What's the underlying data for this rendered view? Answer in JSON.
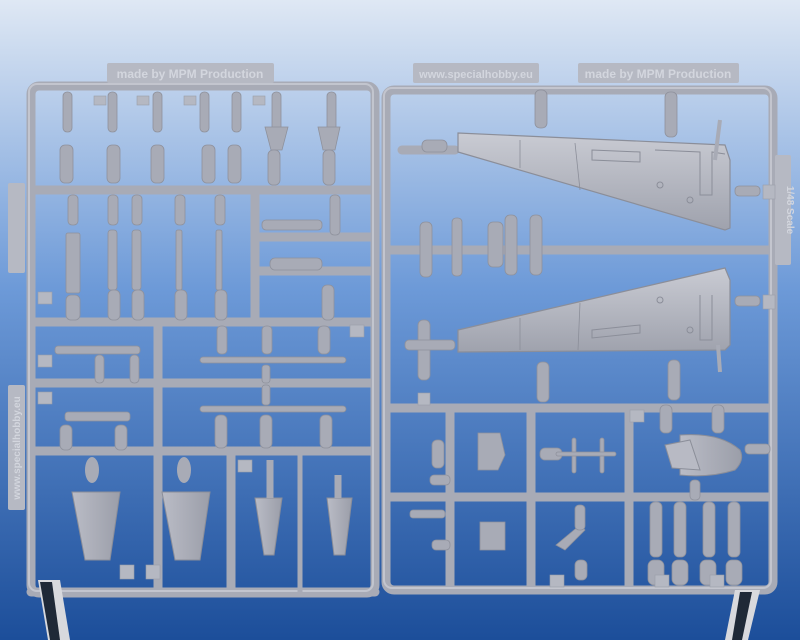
{
  "photo": {
    "subject": "sprue",
    "tags": {
      "manufacturer_left": "made by MPM Production",
      "website": "www.specialhobby.eu",
      "manufacturer_right": "made by MPM Production",
      "scale": "1/48 Scale"
    }
  },
  "colors": {
    "background_top": "#dfe8f4",
    "background_bottom": "#1c4e9a",
    "plastic": "#a8abb6",
    "plastic_light": "#c7c9d2",
    "plastic_dark": "#8b8e99"
  }
}
